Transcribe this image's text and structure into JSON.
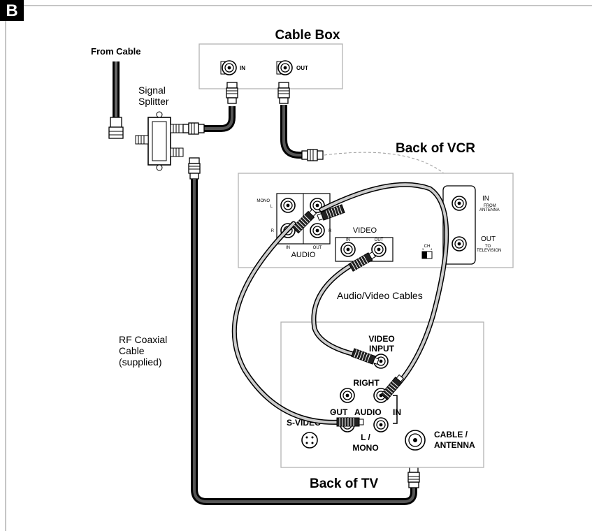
{
  "figure_badge": "B",
  "labels": {
    "cable_box": "Cable Box",
    "from_cable": "From Cable",
    "signal_splitter_line1": "Signal",
    "signal_splitter_line2": "Splitter",
    "back_of_vcr": "Back of VCR",
    "back_of_tv": "Back of TV",
    "rf_cable_line1": "RF Coaxial",
    "rf_cable_line2": "Cable",
    "rf_cable_line3": "(supplied)",
    "av_cables": "Audio/Video Cables"
  },
  "cable_box_ports": {
    "in": "IN",
    "out": "OUT"
  },
  "vcr_ports": {
    "mono": "MONO",
    "l_top": "L",
    "l_right": "L",
    "r_left": "R",
    "r_right": "R",
    "in": "IN",
    "out": "OUT",
    "audio": "AUDIO",
    "video": "VIDEO",
    "video_in": "IN",
    "video_out": "OUT",
    "ant_in": "IN",
    "ant_in_sub1": "FROM",
    "ant_in_sub2": "ANTENNA",
    "ant_out": "OUT",
    "ant_out_sub1": "TO",
    "ant_out_sub2": "TELEVISION",
    "ch": "CH",
    "ch_3": "3",
    "ch_4": "4"
  },
  "tv_ports": {
    "video_input_line1": "VIDEO",
    "video_input_line2": "INPUT",
    "right": "RIGHT",
    "out": "OUT",
    "audio": "AUDIO",
    "in": "IN",
    "s_video": "S-VIDEO",
    "l_mono_line1": "L /",
    "l_mono_line2": "MONO",
    "cable_antenna_line1": "CABLE /",
    "cable_antenna_line2": "ANTENNA"
  }
}
